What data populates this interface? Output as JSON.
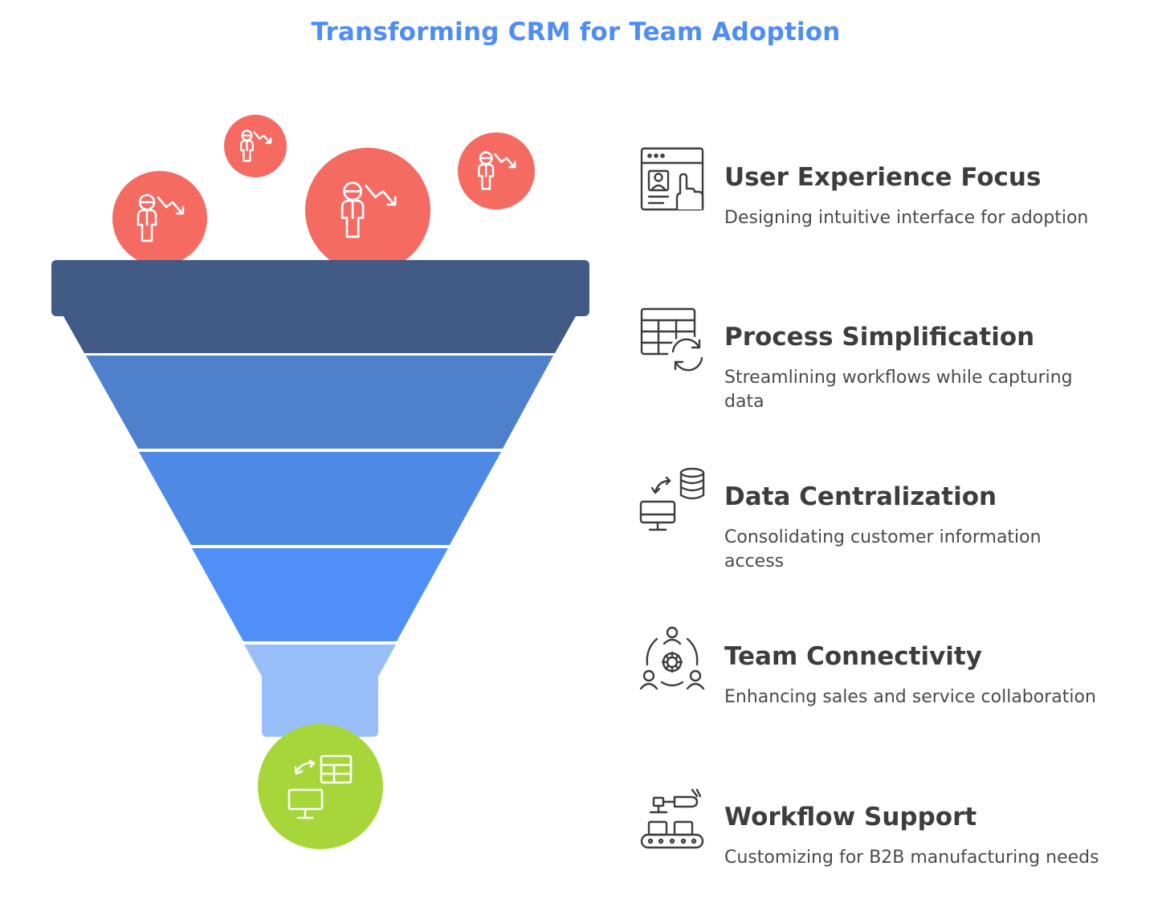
{
  "title": "Transforming CRM for Team Adoption",
  "colors": {
    "title": "#4f8df5",
    "bubble_red": "#f56b62",
    "result_green": "#a6d63a",
    "stage_1": "#425b86",
    "stage_2": "#4f80cc",
    "stage_3": "#4f89e6",
    "stage_4": "#4f90f8",
    "stage_5": "#98bffa"
  },
  "bubbles": [
    {
      "icon": "declining-user-icon"
    },
    {
      "icon": "declining-user-icon"
    },
    {
      "icon": "declining-user-icon"
    },
    {
      "icon": "declining-user-icon"
    }
  ],
  "result": {
    "icon": "computer-data-sync-icon"
  },
  "items": [
    {
      "icon": "interface-touch-icon",
      "heading": "User Experience Focus",
      "description": "Designing intuitive interface for adoption"
    },
    {
      "icon": "table-refresh-icon",
      "heading": "Process Simplification",
      "description": "Streamlining workflows while capturing data"
    },
    {
      "icon": "database-computer-icon",
      "heading": "Data Centralization",
      "description": "Consolidating customer information access"
    },
    {
      "icon": "team-network-icon",
      "heading": "Team Connectivity",
      "description": "Enhancing sales and service collaboration"
    },
    {
      "icon": "manufacturing-line-icon",
      "heading": "Workflow Support",
      "description": "Customizing for B2B manufacturing needs"
    }
  ]
}
